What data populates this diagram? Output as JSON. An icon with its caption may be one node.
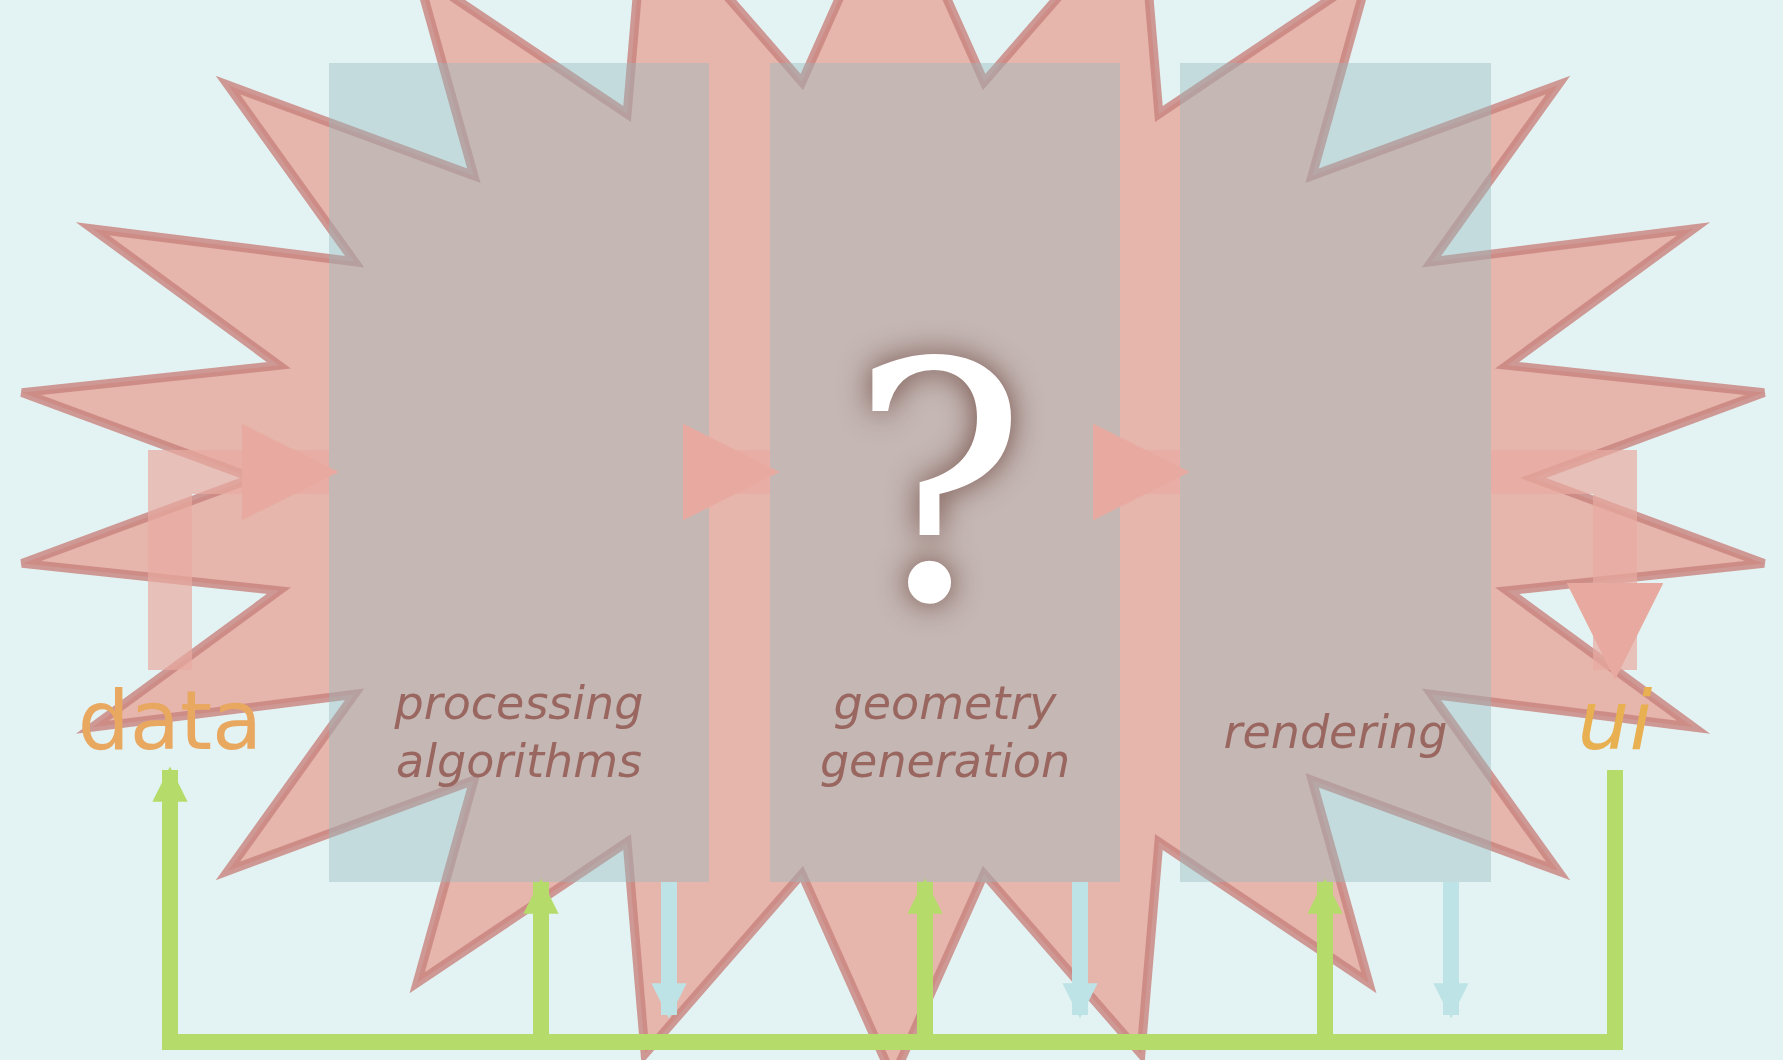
{
  "diagram": {
    "nodes": [
      {
        "text": [
          "data"
        ]
      },
      {
        "text": [
          "processing algorithms"
        ]
      },
      {
        "text": [
          "geometry generation"
        ]
      },
      {
        "text": [
          "rendering"
        ]
      },
      {
        "text": [
          "ui"
        ]
      }
    ],
    "labels": [
      "?"
    ],
    "edges": [
      {
        "from": 0,
        "to": 1,
        "arrow": "to",
        "style": "thick",
        "color": "#e8aaa0"
      },
      {
        "from": 1,
        "to": 2,
        "arrow": "to",
        "style": "thick",
        "color": "#e8aaa0"
      },
      {
        "from": 2,
        "to": 3,
        "arrow": "to",
        "style": "thick",
        "color": "#e8aaa0"
      },
      {
        "from": 3,
        "to": 4,
        "arrow": "to",
        "style": "thick",
        "color": "#e8aaa0"
      },
      {
        "from": 4,
        "to": 0,
        "arrow": "to",
        "color": "#b5dc6b"
      },
      {
        "from": 4,
        "to": 1,
        "arrow": "to",
        "color": "#b5dc6b"
      },
      {
        "from": 4,
        "to": 2,
        "arrow": "to",
        "color": "#b5dc6b"
      },
      {
        "from": 4,
        "to": 3,
        "arrow": "to",
        "color": "#b5dc6b"
      },
      {
        "from": 1,
        "to": null,
        "arrow": "to",
        "color": "#bde3e6"
      },
      {
        "from": 2,
        "to": null,
        "arrow": "to",
        "color": "#bde3e6"
      },
      {
        "from": 3,
        "to": null,
        "arrow": "to",
        "color": "#bde3e6"
      }
    ]
  }
}
